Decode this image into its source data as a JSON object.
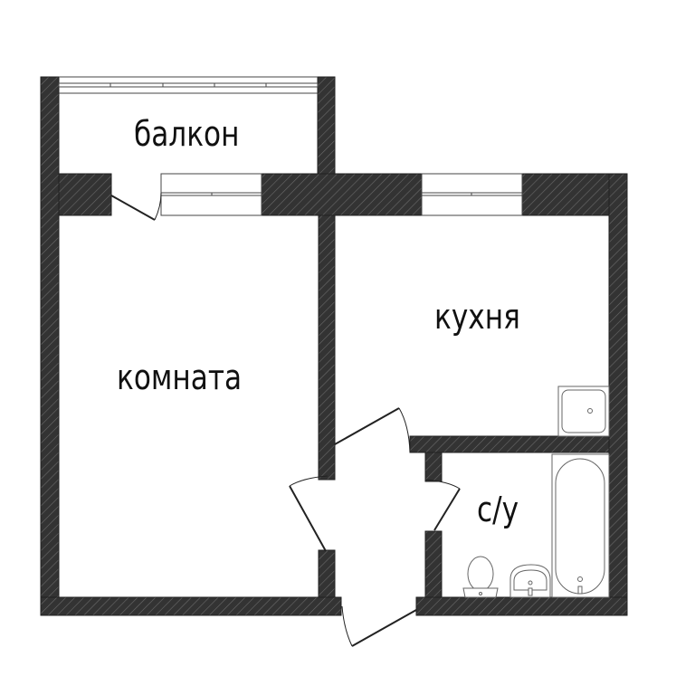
{
  "floorplan": {
    "rooms": [
      {
        "id": "balcony",
        "label": "балкон"
      },
      {
        "id": "room",
        "label": "комната"
      },
      {
        "id": "kitchen",
        "label": "кухня"
      },
      {
        "id": "bathroom",
        "label": "с/у"
      }
    ],
    "fixtures": [
      {
        "id": "kitchen-sink",
        "room": "kitchen"
      },
      {
        "id": "toilet",
        "room": "bathroom"
      },
      {
        "id": "washbasin",
        "room": "bathroom"
      },
      {
        "id": "bathtub",
        "room": "bathroom"
      }
    ],
    "colors": {
      "wall": "#333333",
      "wall_hatch": "#6a6a6a",
      "background": "#ffffff",
      "line": "#444444"
    }
  }
}
